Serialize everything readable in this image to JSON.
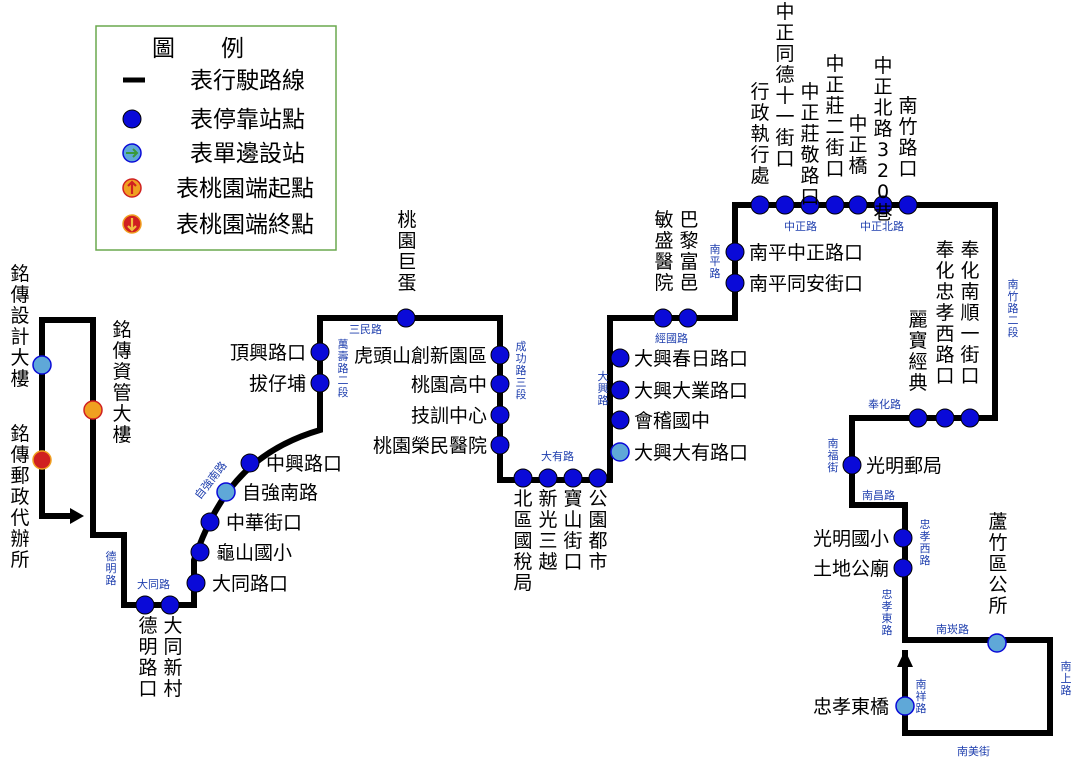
{
  "colors": {
    "route": "#000000",
    "stop": "#0a0ad8",
    "one_side_stop": "#5fa8d8",
    "start_point": "#f0a020",
    "end_point": "#d02020",
    "road_label": "#1f3fae",
    "legend_border": "#6aa84f"
  },
  "legend": {
    "title": "圖　　例",
    "items": [
      {
        "icon": "route-line-icon",
        "label": "表行駛路線"
      },
      {
        "icon": "stop-dot-icon",
        "label": "表停靠站點"
      },
      {
        "icon": "one-side-stop-icon",
        "label": "表單邊設站"
      },
      {
        "icon": "start-point-icon",
        "label": "表桃園端起點"
      },
      {
        "icon": "end-point-icon",
        "label": "表桃園端終點"
      }
    ]
  },
  "stops": [
    "銘傳設計大樓",
    "銘傳資管大樓",
    "銘傳郵政代辦所",
    "德明路口",
    "大同新村",
    "大同路口",
    "龜山國小",
    "中華街口",
    "自強南路",
    "中興路口",
    "拔仔埔",
    "頂興路口",
    "桃園巨蛋",
    "虎頭山創新園區",
    "桃園高中",
    "技訓中心",
    "桃園榮民醫院",
    "北區國稅局",
    "新光三越",
    "寶山街口",
    "公園都市",
    "大興大有路口",
    "會稽國中",
    "大興大業路口",
    "大興春日路口",
    "敏盛醫院",
    "巴黎富邑",
    "南平同安街口",
    "南平中正路口",
    "行政執行處",
    "中正同德十一街口",
    "中正莊敬路口",
    "中正莊二街口",
    "中正橋",
    "中正北路320巷",
    "南竹路口",
    "奉化南順一街口",
    "奉化忠孝西路口",
    "麗寶經典",
    "光明郵局",
    "光明國小",
    "土地公廟",
    "蘆竹區公所",
    "忠孝東橋"
  ],
  "roads": [
    "德明路",
    "大同路",
    "自強南路",
    "萬壽路二段",
    "三民路",
    "成功路三段",
    "大有路",
    "大興路",
    "經國路",
    "南平路",
    "中正路",
    "中正北路",
    "南竹路二段",
    "奉化路",
    "南福街",
    "南昌路",
    "忠孝西路",
    "忠孝東路",
    "南崁路",
    "南上路",
    "南祥路",
    "南美街"
  ]
}
